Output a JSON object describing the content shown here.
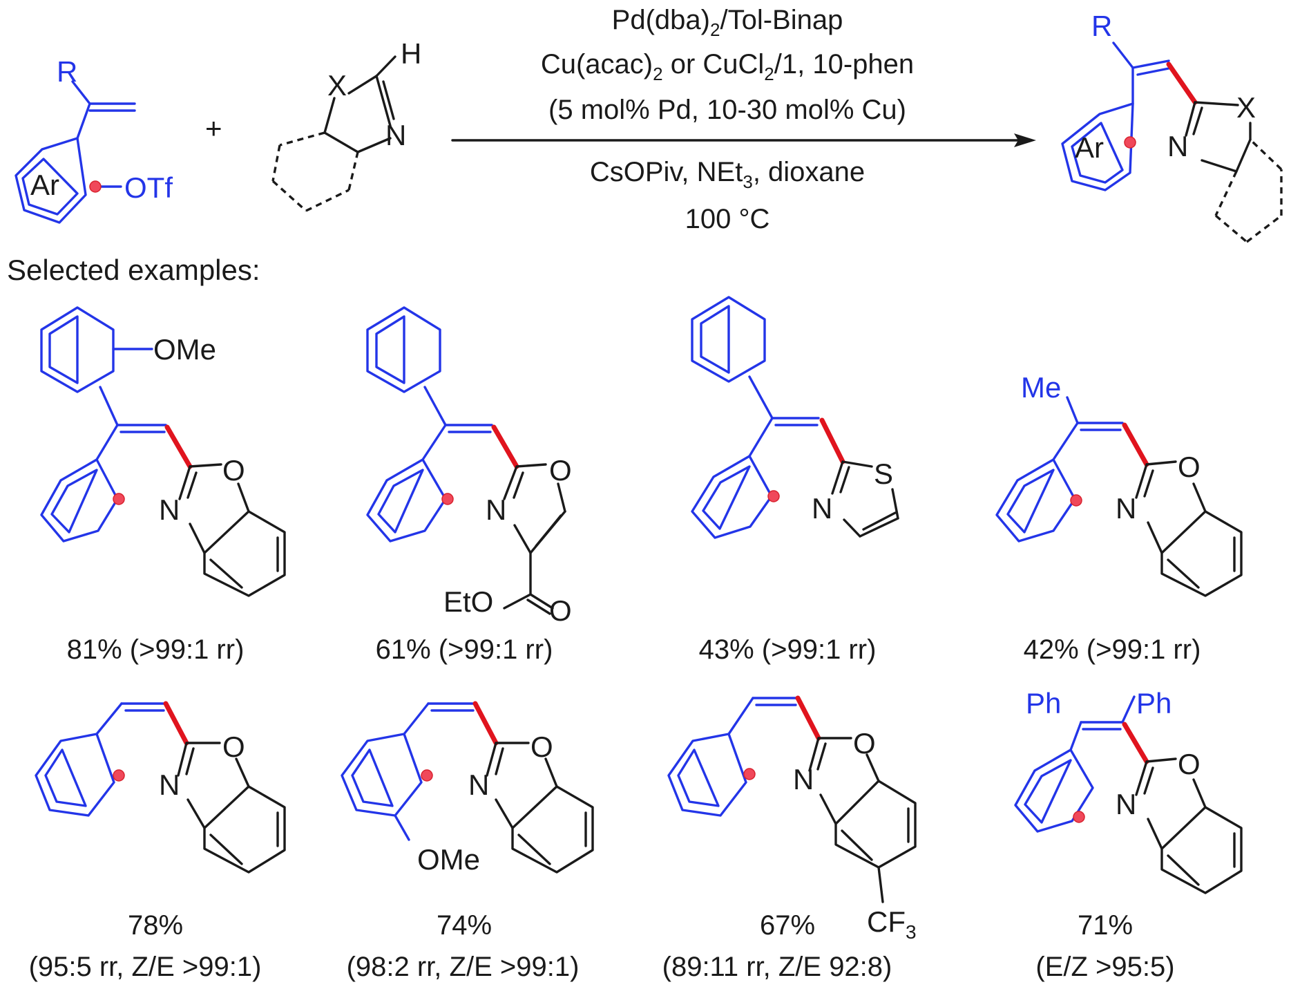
{
  "colors": {
    "reactant_atoms": "#2335e8",
    "new_bond": "#e0141e",
    "activation_site": "#f0485a",
    "text": "#1a1a1a"
  },
  "reactant_1": {
    "substituent": "R",
    "aryl": "Ar",
    "leaving_group": "OTf"
  },
  "plus": "+",
  "reactant_2": {
    "hetero_atom": "X",
    "nitrogen": "N",
    "hydrogen": "H"
  },
  "conditions": {
    "line1": {
      "a": "Pd(dba)",
      "a_sub": "2",
      "b": "/Tol-Binap"
    },
    "line2": {
      "a": "Cu(acac)",
      "a_sub": "2",
      "b": " or CuCl",
      "b_sub": "2",
      "c": "/1, 10-phen"
    },
    "line3": "(5 mol% Pd, 10-30 mol% Cu)",
    "line4": {
      "a": "CsOPiv, NEt",
      "a_sub": "3",
      "b": ", dioxane"
    },
    "line5": "100 °C"
  },
  "product": {
    "substituent": "R",
    "aryl": "Ar",
    "hetero_atom": "X",
    "nitrogen": "N"
  },
  "section_label": "Selected examples:",
  "examples": [
    {
      "substituent": "OMe",
      "atoms": [
        "O",
        "N"
      ],
      "yield": "81% (>99:1 rr)"
    },
    {
      "substituent": "EtO",
      "atoms": [
        "O",
        "N",
        "O"
      ],
      "yield": "61% (>99:1 rr)"
    },
    {
      "atoms": [
        "S",
        "N"
      ],
      "yield": "43% (>99:1 rr)"
    },
    {
      "substituent": "Me",
      "atoms": [
        "O",
        "N"
      ],
      "yield": "42% (>99:1 rr)"
    },
    {
      "atoms": [
        "O",
        "N"
      ],
      "yield": "78%",
      "selectivity": "(95:5 rr, Z/E >99:1)"
    },
    {
      "substituent": "OMe",
      "atoms": [
        "O",
        "N"
      ],
      "yield": "74%",
      "selectivity": "(98:2 rr, Z/E >99:1)"
    },
    {
      "substituent": "CF",
      "substituent_sub": "3",
      "atoms": [
        "O",
        "N"
      ],
      "yield": "67%",
      "selectivity": "(89:11 rr, Z/E 92:8)"
    },
    {
      "substituents": [
        "Ph",
        "Ph"
      ],
      "atoms": [
        "O",
        "N"
      ],
      "yield": "71%",
      "selectivity": "(E/Z >95:5)"
    }
  ]
}
